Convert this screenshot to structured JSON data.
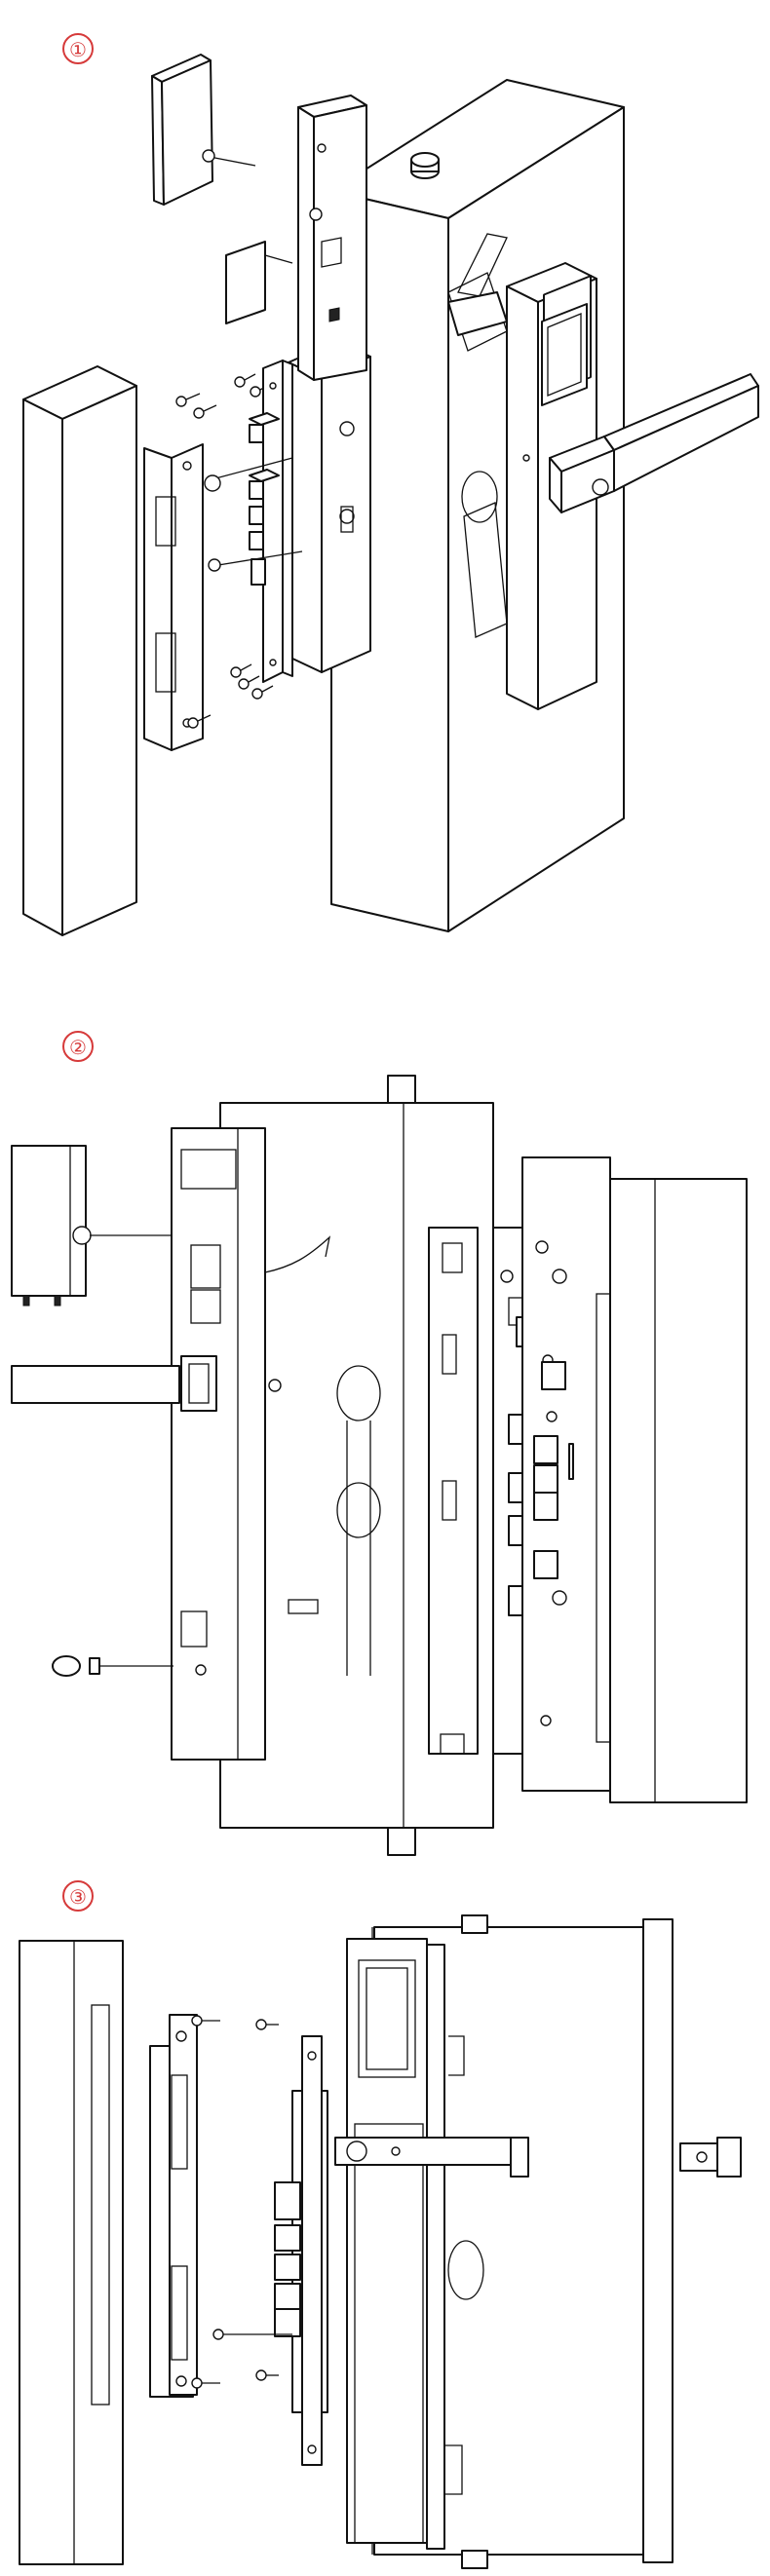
{
  "steps": [
    {
      "label": "①"
    },
    {
      "label": "②"
    },
    {
      "label": "③"
    }
  ],
  "colors": {
    "step_badge": "#d63a3a",
    "line": "#111111",
    "background": "#ffffff"
  }
}
